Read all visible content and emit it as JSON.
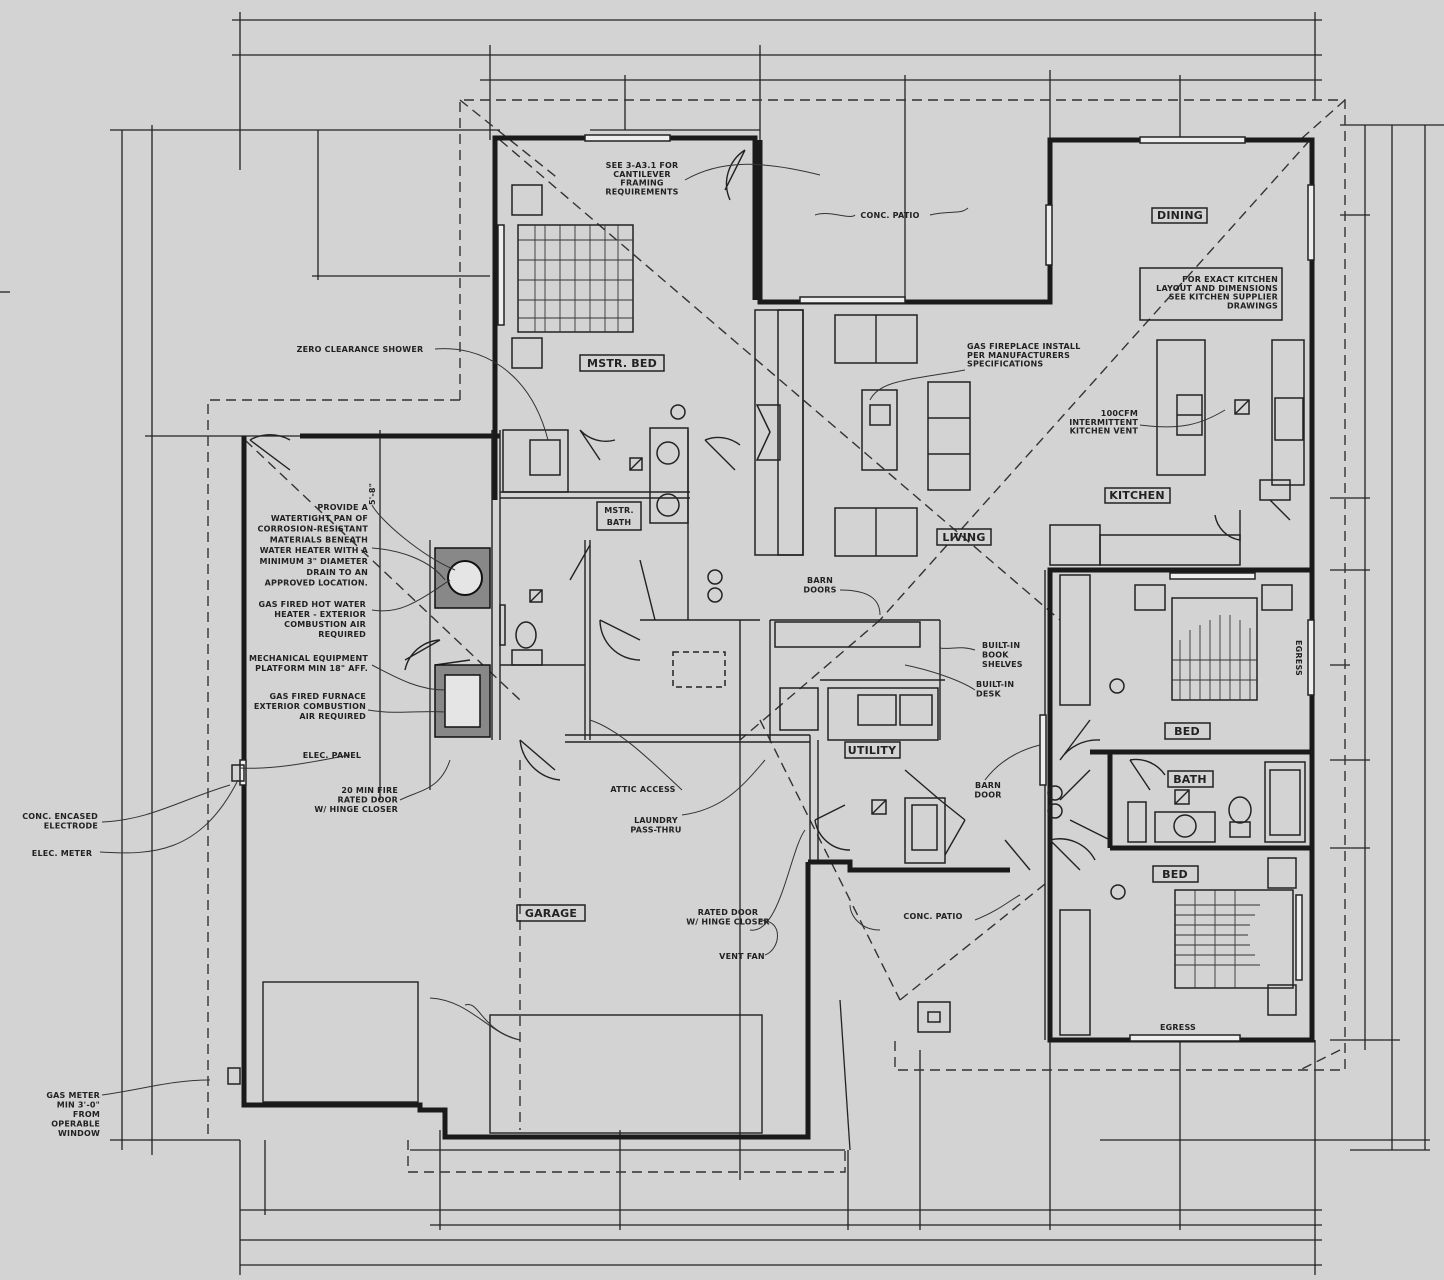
{
  "rooms": {
    "master_bed": "MSTR. BED",
    "master_bath": "MSTR. BATH",
    "dining": "DINING",
    "kitchen": "KITCHEN",
    "living": "LIVING",
    "utility": "UTILITY",
    "bed_1": "BED",
    "bath": "BATH",
    "bed_2": "BED",
    "garage": "GARAGE"
  },
  "notes": {
    "cantilever": [
      "SEE 3-A3.1 FOR",
      "CANTILEVER",
      "FRAMING",
      "REQUIREMENTS"
    ],
    "conc_patio_top": "CONC. PATIO",
    "kitchen_supplier": [
      "FOR EXACT KITCHEN",
      "LAYOUT AND DIMENSIONS",
      "SEE KITCHEN SUPPLIER",
      "DRAWINGS"
    ],
    "fireplace": [
      "GAS FIREPLACE INSTALL",
      "PER MANUFACTURERS",
      "SPECIFICATIONS"
    ],
    "kitchen_vent": [
      "100CFM",
      "INTERMITTENT",
      "KITCHEN VENT"
    ],
    "shower": "ZERO CLEARANCE SHOWER",
    "water_heater_pan": [
      "PROVIDE A",
      "WATERTIGHT PAN OF",
      "CORROSION-RESISTANT",
      "MATERIALS BENEATH",
      "WATER HEATER WITH A",
      "MINIMUM 3\" DIAMETER",
      "DRAIN TO AN",
      "APPROVED LOCATION."
    ],
    "hot_water": [
      "GAS FIRED HOT WATER",
      "HEATER - EXTERIOR",
      "COMBUSTION AIR",
      "REQUIRED"
    ],
    "mech_platform": [
      "MECHANICAL EQUIPMENT",
      "PLATFORM MIN 18\" AFF."
    ],
    "furnace": [
      "GAS FIRED FURNACE",
      "EXTERIOR COMBUSTION",
      "AIR REQUIRED"
    ],
    "elec_panel": "ELEC. PANEL",
    "fire_door": [
      "20 MIN FIRE",
      "RATED DOOR",
      "W/ HINGE CLOSER"
    ],
    "electrode": [
      "CONC. ENCASED",
      "ELECTRODE"
    ],
    "elec_meter": "ELEC. METER",
    "barn_doors": [
      "BARN",
      "DOORS"
    ],
    "book_shelves": [
      "BUILT-IN",
      "BOOK",
      "SHELVES"
    ],
    "built_in_desk": [
      "BUILT-IN",
      "DESK"
    ],
    "attic_access": "ATTIC ACCESS",
    "laundry": [
      "LAUNDRY",
      "PASS-THRU"
    ],
    "barn_door": [
      "BARN",
      "DOOR"
    ],
    "rated_door": [
      "RATED DOOR",
      "W/ HINGE CLOSER"
    ],
    "vent_fan": "VENT FAN",
    "conc_patio_bottom": "CONC. PATIO",
    "gas_meter": [
      "GAS METER",
      "MIN 3'-0\"",
      "FROM",
      "OPERABLE",
      "WINDOW"
    ],
    "egress_side": "EGRESS",
    "egress_bottom": "EGRESS",
    "dim_tag": "5'-8\""
  }
}
